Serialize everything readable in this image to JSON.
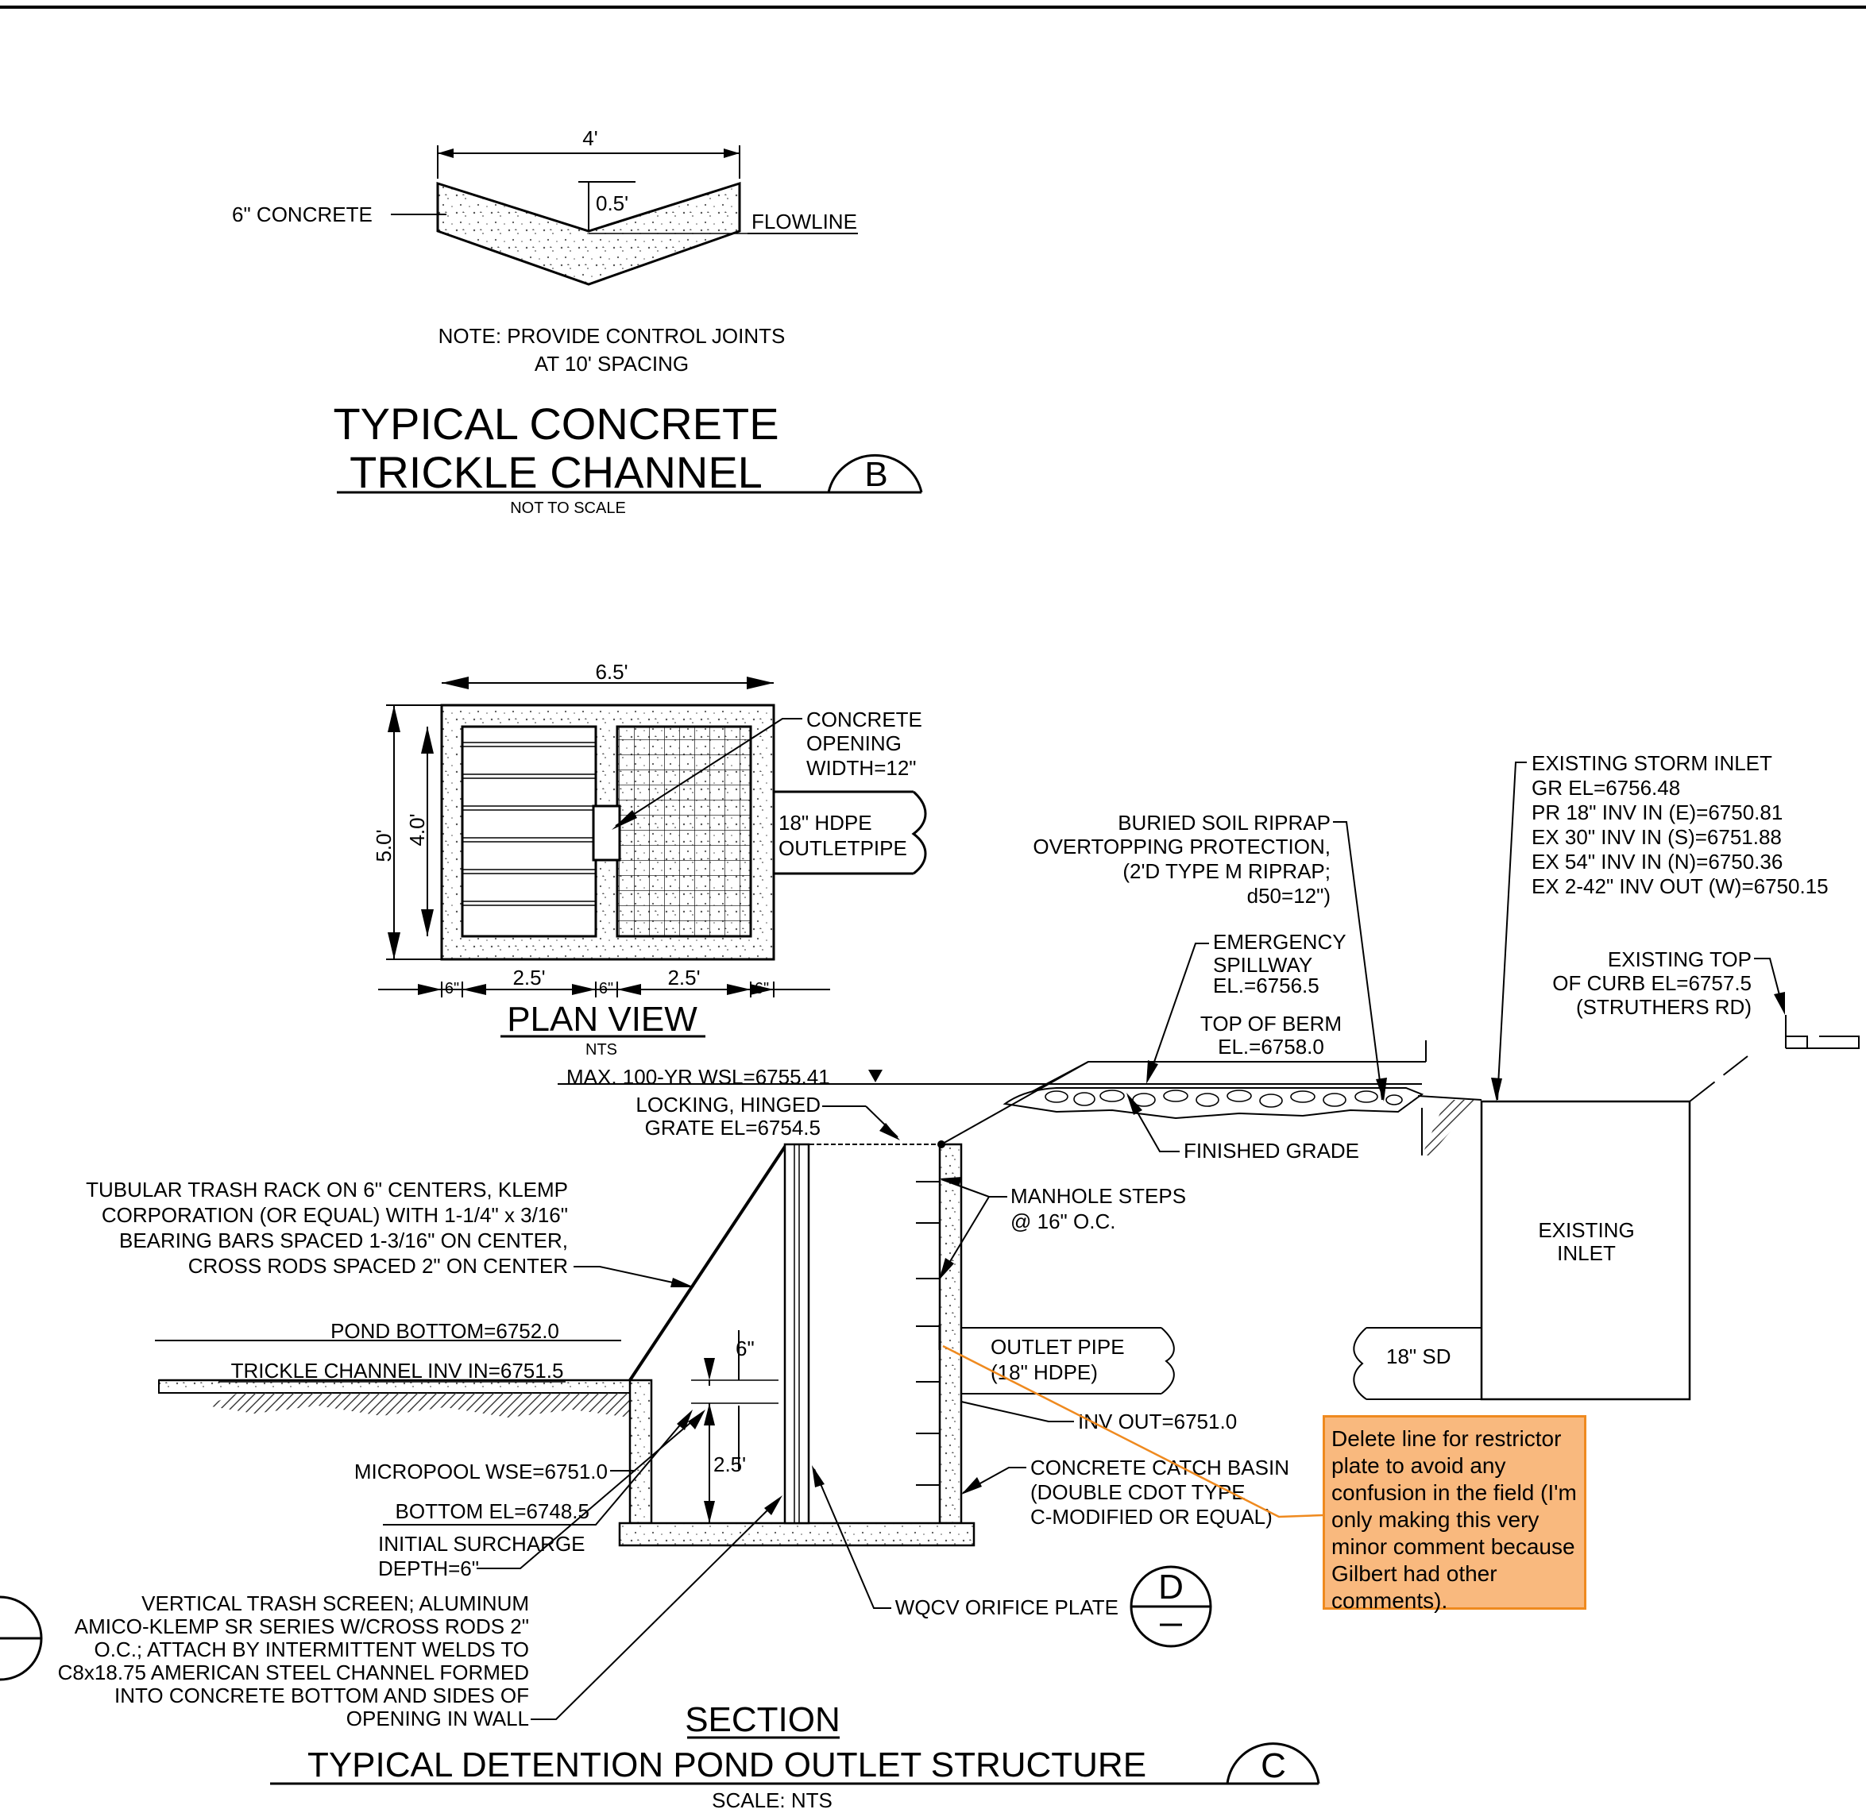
{
  "trickle_channel": {
    "dim_width": "4'",
    "dim_depth": "0.5'",
    "label_concrete": "6\" CONCRETE",
    "label_flowline": "FLOWLINE",
    "note_line1": "NOTE: PROVIDE CONTROL JOINTS",
    "note_line2": "AT 10' SPACING",
    "title_line1": "TYPICAL CONCRETE",
    "title_line2": "TRICKLE CHANNEL",
    "detail_letter": "B",
    "scale": "NOT TO SCALE"
  },
  "plan_view": {
    "dim_width": "6.5'",
    "dim_height_outer": "5.0'",
    "dim_height_inner": "4.0'",
    "bottom_dims": [
      "6\"",
      "2.5'",
      "6\"",
      "2.5'",
      "6\""
    ],
    "concrete_opening": [
      "CONCRETE",
      "OPENING",
      "WIDTH=12\""
    ],
    "outlet_pipe": [
      "18\" HDPE",
      "OUTLETPIPE"
    ],
    "title": "PLAN VIEW",
    "scale": "NTS"
  },
  "section": {
    "storm_inlet": [
      "EXISTING STORM INLET",
      "GR EL=6756.48",
      "PR 18\" INV IN (E)=6750.81",
      "EX 30\" INV IN (S)=6751.88",
      "EX 54\" INV IN (N)=6750.36",
      "EX 2-42\" INV OUT (W)=6750.15"
    ],
    "riprap": [
      "BURIED SOIL RIPRAP",
      "OVERTOPPING PROTECTION,",
      "(2'D TYPE M RIPRAP;",
      "d50=12\")"
    ],
    "spillway": [
      "EMERGENCY",
      "SPILLWAY",
      "EL.=6756.5"
    ],
    "top_of_berm": [
      "TOP OF BERM",
      "EL.=6758.0"
    ],
    "top_of_curb": [
      "EXISTING TOP",
      "OF CURB EL=6757.5",
      "(STRUTHERS RD)"
    ],
    "max_wsl": "MAX. 100-YR WSL=6755.41",
    "grate": [
      "LOCKING, HINGED",
      "GRATE EL=6754.5"
    ],
    "finished_grade": "FINISHED GRADE",
    "trash_rack": [
      "TUBULAR TRASH RACK ON 6\" CENTERS, KLEMP",
      "CORPORATION (OR EQUAL) WITH 1-1/4\" x 3/16\"",
      "BEARING BARS SPACED 1-3/16\" ON CENTER,",
      "CROSS RODS SPACED 2\" ON CENTER"
    ],
    "manhole_steps": [
      "MANHOLE STEPS",
      "@ 16\" O.C."
    ],
    "existing_inlet": [
      "EXISTING",
      "INLET"
    ],
    "pond_bottom": "POND BOTTOM=6752.0",
    "trickle_inv": "TRICKLE CHANNEL INV IN=6751.5",
    "dim_6in": "6\"",
    "dim_25": "2.5'",
    "outlet_pipe": [
      "OUTLET PIPE",
      "(18\" HDPE)"
    ],
    "sd": "18\" SD",
    "inv_out": "INV OUT=6751.0",
    "micropool": "MICROPOOL WSE=6751.0",
    "bottom_el": "BOTTOM EL=6748.5",
    "surcharge": [
      "INITIAL SURCHARGE",
      "DEPTH=6\""
    ],
    "catch_basin": [
      "CONCRETE CATCH BASIN",
      "(DOUBLE CDOT TYPE",
      "C-MODIFIED OR EQUAL)"
    ],
    "trash_screen": [
      "VERTICAL TRASH SCREEN; ALUMINUM",
      "AMICO-KLEMP SR SERIES W/CROSS RODS 2\"",
      "O.C.; ATTACH BY INTERMITTENT WELDS TO",
      "C8x18.75 AMERICAN STEEL CHANNEL FORMED",
      "INTO CONCRETE BOTTOM AND SIDES OF",
      "OPENING IN WALL"
    ],
    "orifice_plate": "WQCV ORIFICE PLATE",
    "detail_d": "D",
    "title_section": "SECTION",
    "title_main": "TYPICAL DETENTION POND OUTLET STRUCTURE",
    "detail_letter": "C",
    "scale": "SCALE: NTS"
  },
  "review_comment": "Delete line for restrictor plate to avoid any confusion in the field (I'm only making this very minor comment because Gilbert had other comments).",
  "colors": {
    "comment_fill": "#f9b97e",
    "comment_border": "#ef8a1f",
    "leader": "#ef8a1f"
  }
}
